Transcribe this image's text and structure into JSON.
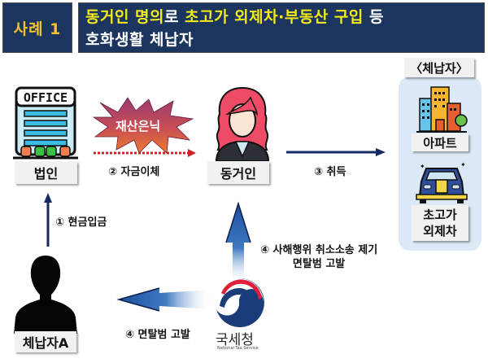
{
  "header": {
    "case_label": "사례 1",
    "title_line1_parts": [
      {
        "text": "동거인 명의",
        "highlight": true
      },
      {
        "text": "로 ",
        "highlight": false
      },
      {
        "text": "초고가 외제차·부동산 구입",
        "highlight": true
      },
      {
        "text": " 등",
        "highlight": false
      }
    ],
    "title_line2": "호화생활 체납자"
  },
  "nodes": {
    "corporation": {
      "icon": "office-building-icon",
      "icon_text": "OFFICE",
      "label": "법인"
    },
    "cohabitant": {
      "icon": "woman-avatar-icon",
      "label": "동거인"
    },
    "delinquent": {
      "icon": "person-silhouette-icon",
      "label": "체납자A"
    },
    "nts": {
      "icon": "nts-logo-icon",
      "name": "국세청",
      "subtitle": "National Tax Service"
    }
  },
  "hidden_assets_panel": {
    "header": "〈체납자〉",
    "items": [
      {
        "icon": "apartment-icon",
        "label": "아파트"
      },
      {
        "icon": "luxury-car-icon",
        "label_line1": "초고가",
        "label_line2": "외제차"
      }
    ]
  },
  "badge": {
    "text": "재산은닉"
  },
  "flows": [
    {
      "step": "① 현금입금",
      "from": "체납자A",
      "to": "법인"
    },
    {
      "step": "② 자금이체",
      "from": "법인",
      "to": "동거인"
    },
    {
      "step": "③ 취득",
      "from": "동거인",
      "to": "〈체납자〉"
    },
    {
      "step_line1": "④ 사해행위 취소소송 제기",
      "step_line2": "면탈범 고발",
      "from": "국세청",
      "to": "동거인"
    },
    {
      "step": "④ 면탈범 고발",
      "from": "국세청",
      "to": "체납자A"
    }
  ],
  "colors": {
    "header_bg": "#1c355e",
    "case_label": "#f5c42c",
    "title_highlight": "#f2ea1a",
    "arrow_navy": "#142a63",
    "dotted_arrow": "#d0202a",
    "panel_bg": "#dce8f5"
  }
}
